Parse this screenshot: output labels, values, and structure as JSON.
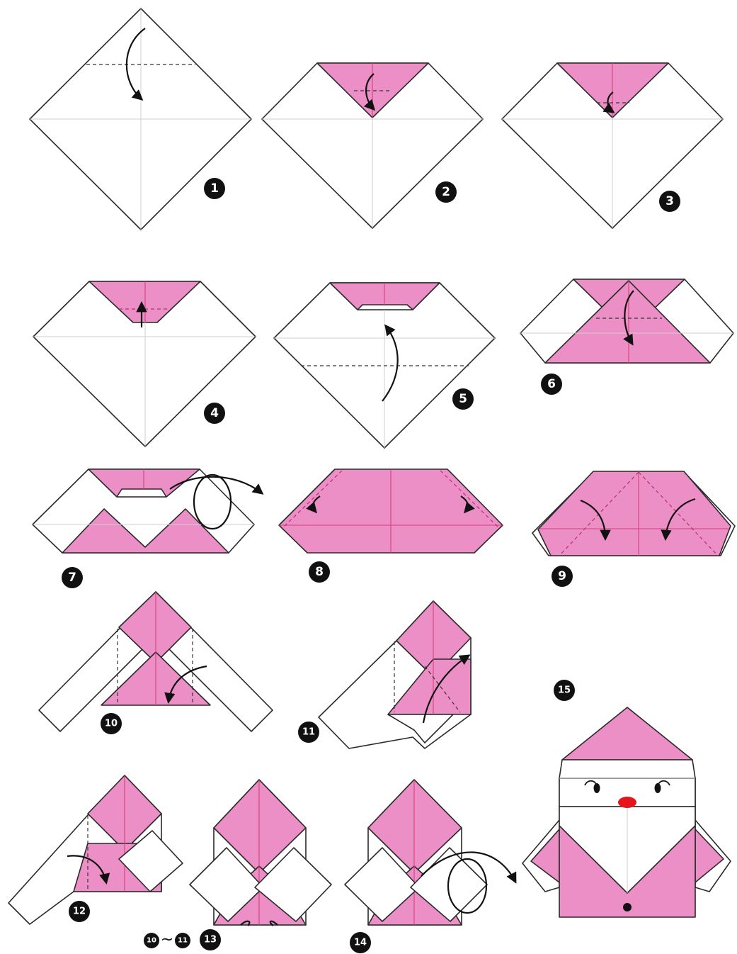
{
  "steps": [
    "1",
    "2",
    "3",
    "4",
    "5",
    "6",
    "7",
    "8",
    "9",
    "10",
    "11",
    "12",
    "13",
    "14",
    "15"
  ],
  "range_note": {
    "from": "10",
    "sep": "~",
    "to": "11"
  },
  "colors": {
    "paper_pink": "#ec8fc6",
    "paper_white": "#ffffff",
    "nose": "#e8141c",
    "outline": "#2a2a2a"
  }
}
